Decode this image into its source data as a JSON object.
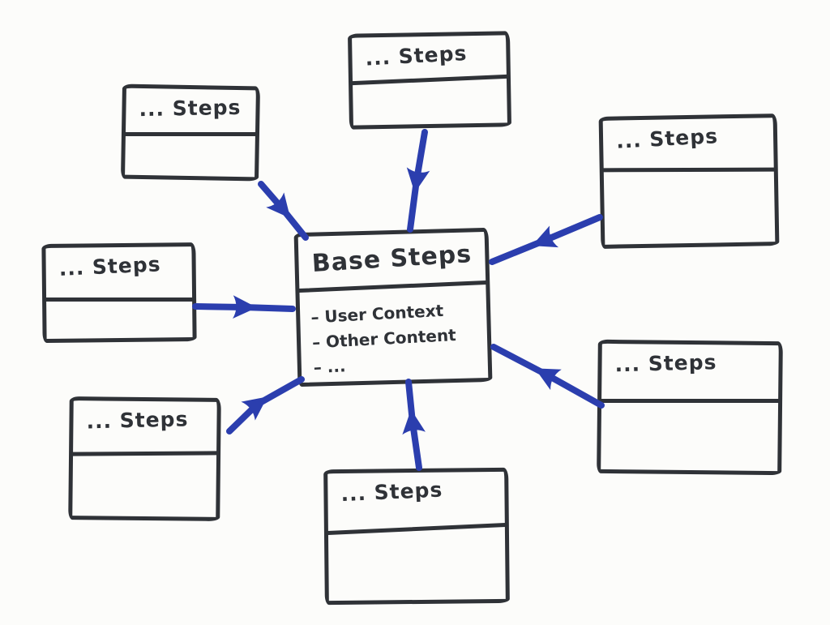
{
  "colors": {
    "ink": "#2f3237",
    "arrow": "#2b3eae",
    "paper": "#fcfcfa"
  },
  "center_box": {
    "title": "Base Steps",
    "items": [
      "– User Context",
      "– Other Content",
      "– ..."
    ]
  },
  "outer_boxes": [
    {
      "id": "top-center",
      "label": "... Steps"
    },
    {
      "id": "top-left",
      "label": "... Steps"
    },
    {
      "id": "right-top",
      "label": "... Steps"
    },
    {
      "id": "left-middle",
      "label": "... Steps"
    },
    {
      "id": "right-bottom",
      "label": "... Steps"
    },
    {
      "id": "bottom-left",
      "label": "... Steps"
    },
    {
      "id": "bottom-center",
      "label": "... Steps"
    }
  ],
  "arrows": [
    {
      "from": "steps-top-center",
      "to": "base-steps"
    },
    {
      "from": "steps-top-left",
      "to": "base-steps"
    },
    {
      "from": "steps-left-middle",
      "to": "base-steps"
    },
    {
      "from": "steps-bottom-left",
      "to": "base-steps"
    },
    {
      "from": "steps-bottom-center",
      "to": "base-steps"
    },
    {
      "from": "steps-right-top",
      "to": "base-steps"
    },
    {
      "from": "steps-right-bottom",
      "to": "base-steps"
    }
  ]
}
